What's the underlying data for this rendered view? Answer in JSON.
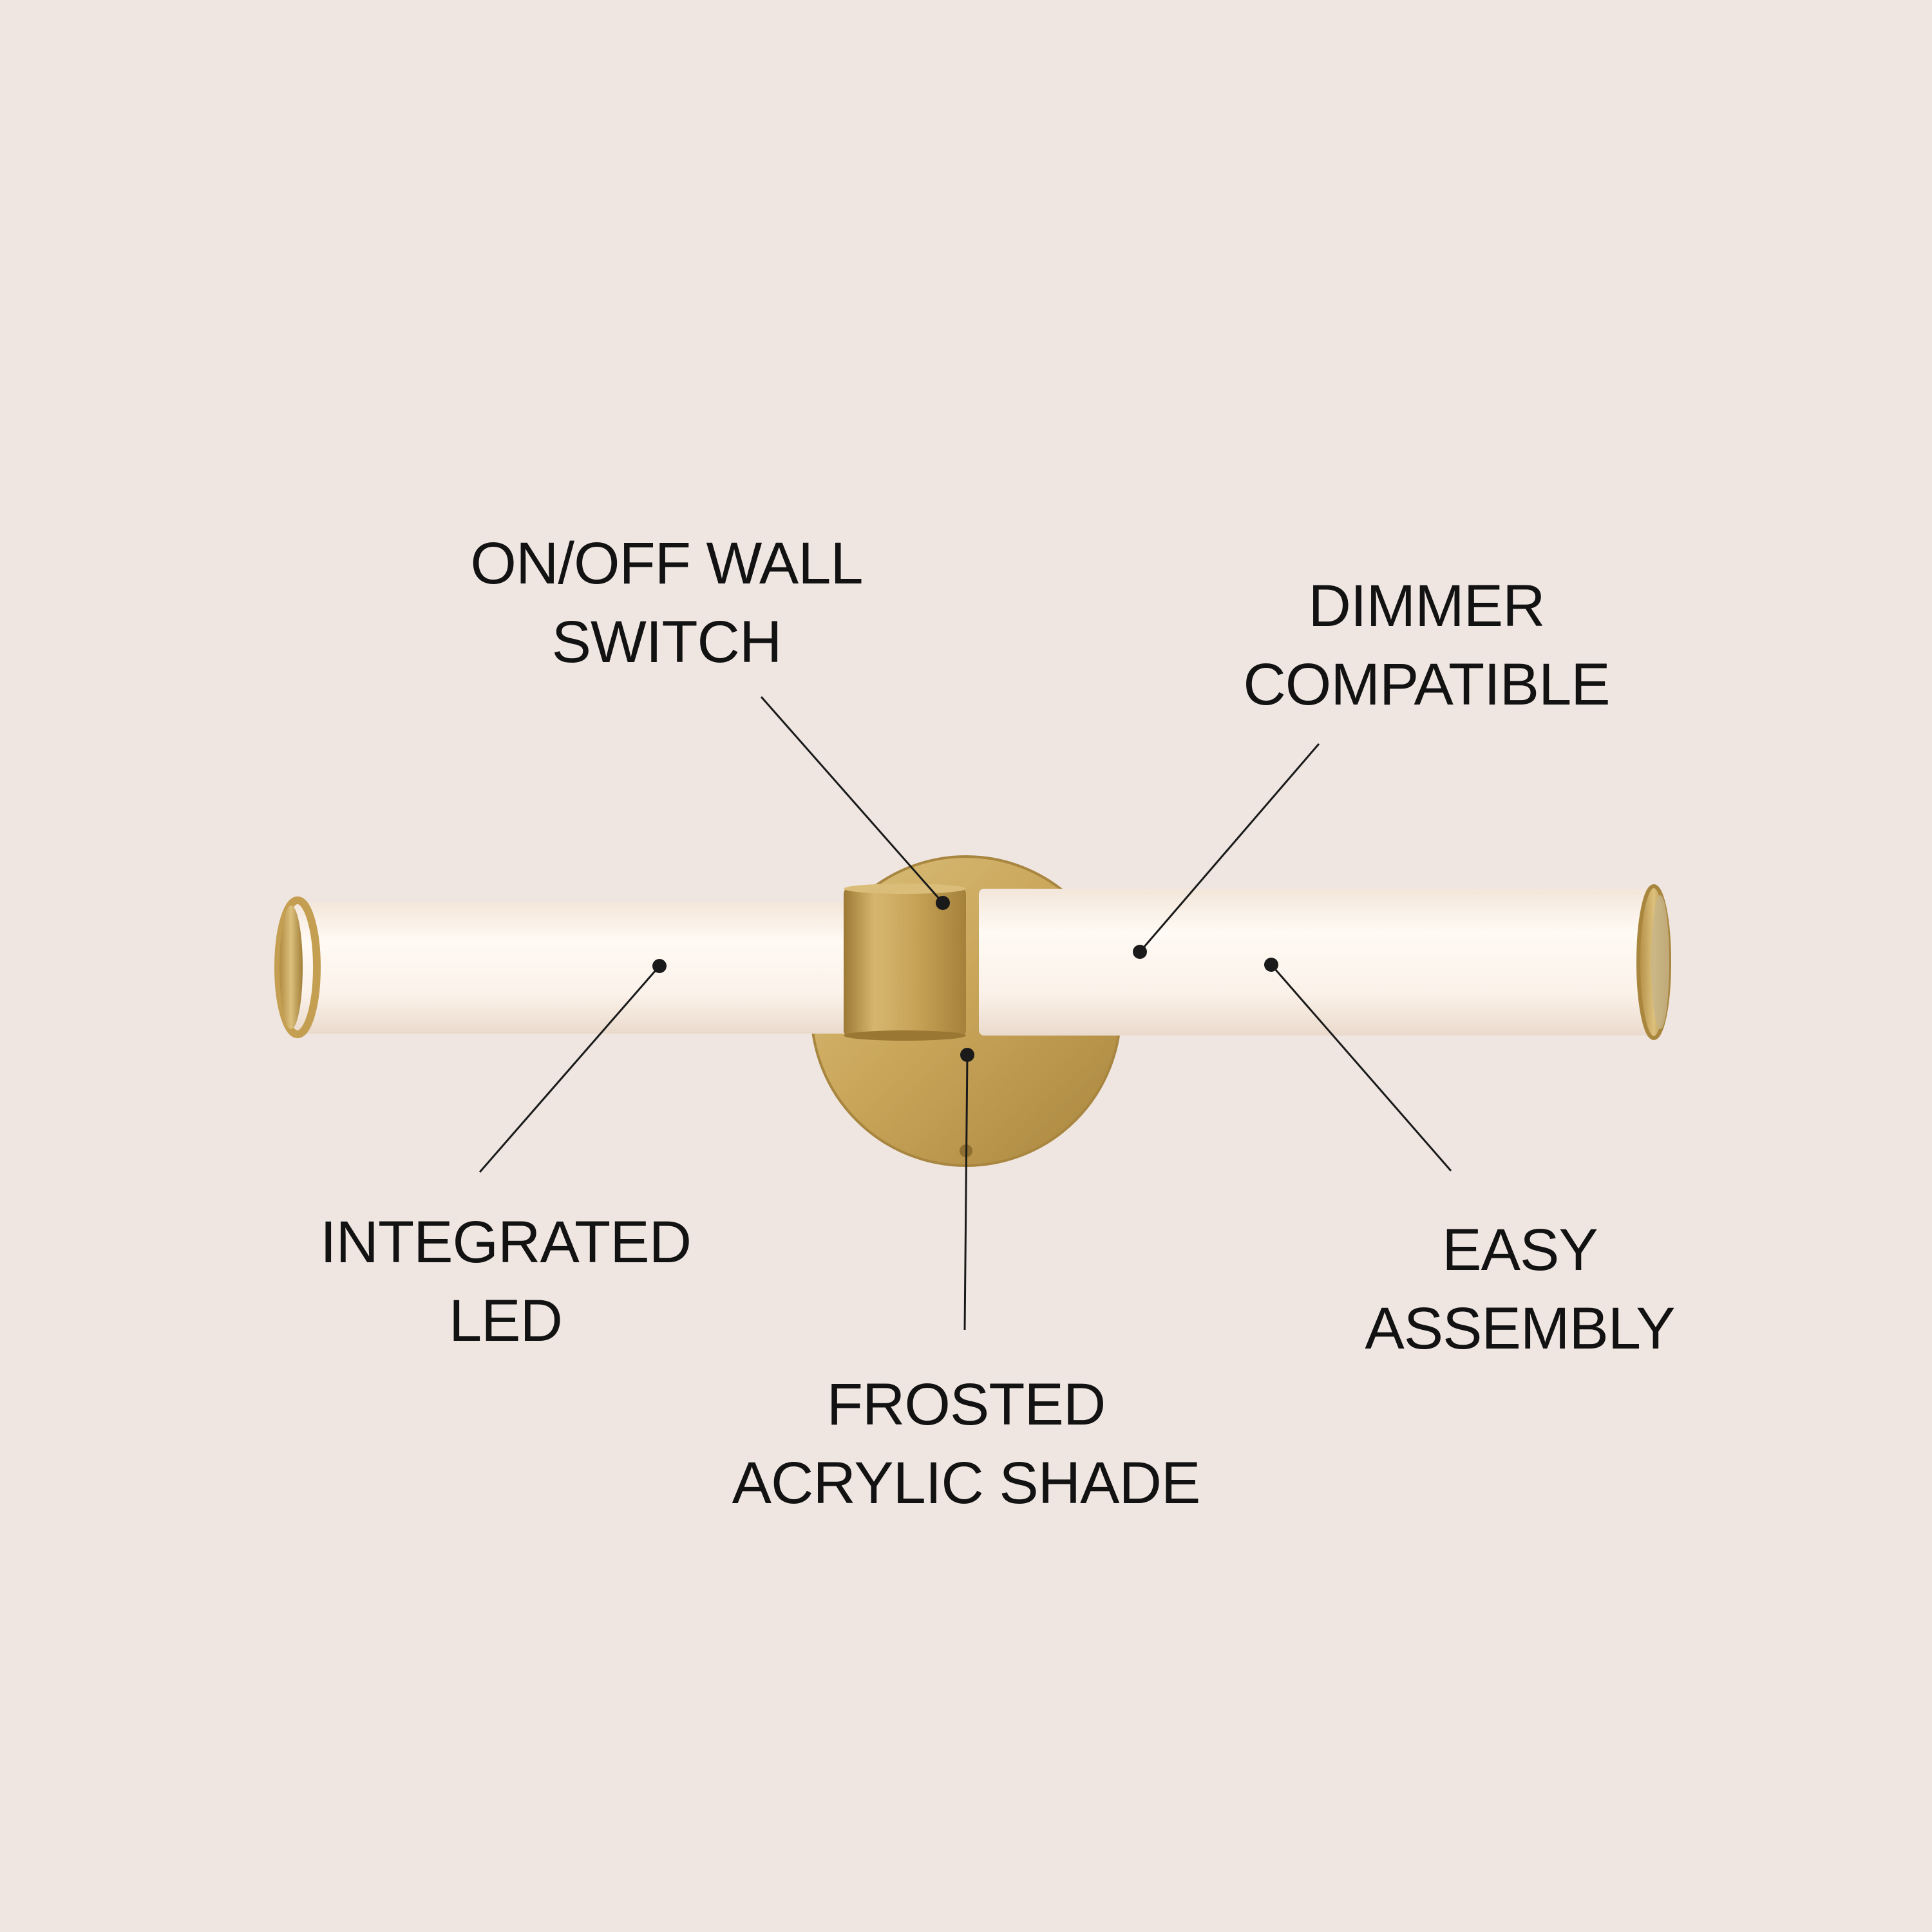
{
  "colors": {
    "background": "#efe6e2",
    "brass": "#c9a65a",
    "shade": "#fbf2ea",
    "text": "#121212"
  },
  "fixture": {
    "name": "Brass LED wall sconce with frosted cylindrical shade",
    "icon": "sconce-illustration"
  },
  "callouts": [
    {
      "id": "switch",
      "lines": [
        "ON/OFF WALL",
        "SWITCH"
      ]
    },
    {
      "id": "dimmer",
      "lines": [
        "DIMMER",
        "COMPATIBLE"
      ]
    },
    {
      "id": "led",
      "lines": [
        "INTEGRATED",
        "LED"
      ]
    },
    {
      "id": "shade",
      "lines": [
        "FROSTED",
        "ACRYLIC SHADE"
      ]
    },
    {
      "id": "assembly",
      "lines": [
        "EASY",
        "ASSEMBLY"
      ]
    }
  ]
}
